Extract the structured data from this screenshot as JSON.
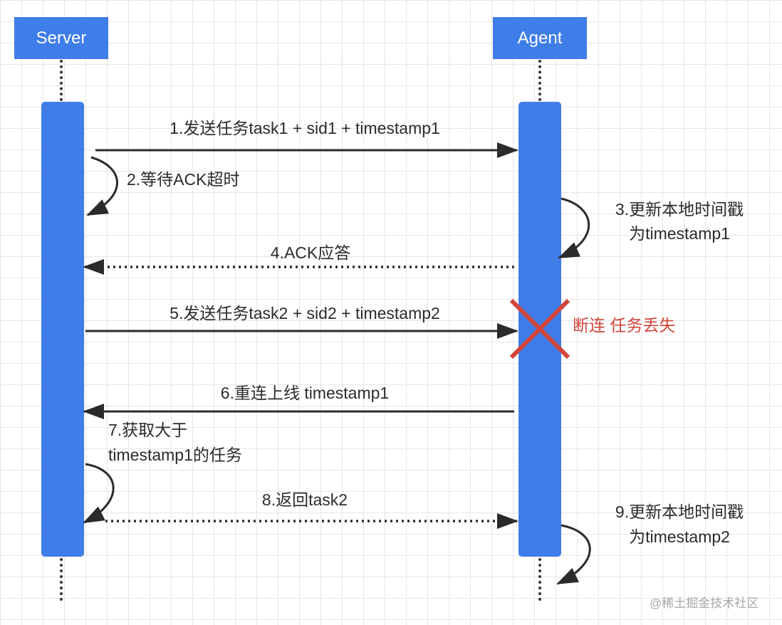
{
  "actors": {
    "server": "Server",
    "agent": "Agent"
  },
  "messages": [
    {
      "id": 1,
      "label": "1.发送任务task1 + sid1 + timestamp1",
      "from": "Server",
      "to": "Agent",
      "style": "solid"
    },
    {
      "id": 2,
      "label": "2.等待ACK超时",
      "from": "Server",
      "to": "Server",
      "style": "self"
    },
    {
      "id": 3,
      "label_line1": "3.更新本地时间戳",
      "label_line2": "为timestamp1",
      "from": "Agent",
      "to": "Agent",
      "style": "self"
    },
    {
      "id": 4,
      "label": "4.ACK应答",
      "from": "Agent",
      "to": "Server",
      "style": "dotted"
    },
    {
      "id": 5,
      "label": "5.发送任务task2 + sid2 + timestamp2",
      "from": "Server",
      "to": "Agent",
      "style": "solid"
    },
    {
      "id": 6,
      "label": "6.重连上线 timestamp1",
      "from": "Agent",
      "to": "Server",
      "style": "solid"
    },
    {
      "id": 7,
      "label_line1": "7.获取大于",
      "label_line2": "timestamp1的任务",
      "from": "Server",
      "to": "Server",
      "style": "self"
    },
    {
      "id": 8,
      "label": "8.返回task2",
      "from": "Server",
      "to": "Agent",
      "style": "dotted"
    },
    {
      "id": 9,
      "label_line1": "9.更新本地时间戳",
      "label_line2": "为timestamp2",
      "from": "Agent",
      "to": "Agent",
      "style": "self"
    }
  ],
  "failure": {
    "label": "断连 任务丢失",
    "color": "#d2453a"
  },
  "colors": {
    "actor_fill": "#3f7de8",
    "arrow": "#2b2b2b"
  },
  "watermark": "@稀土掘金技术社区"
}
